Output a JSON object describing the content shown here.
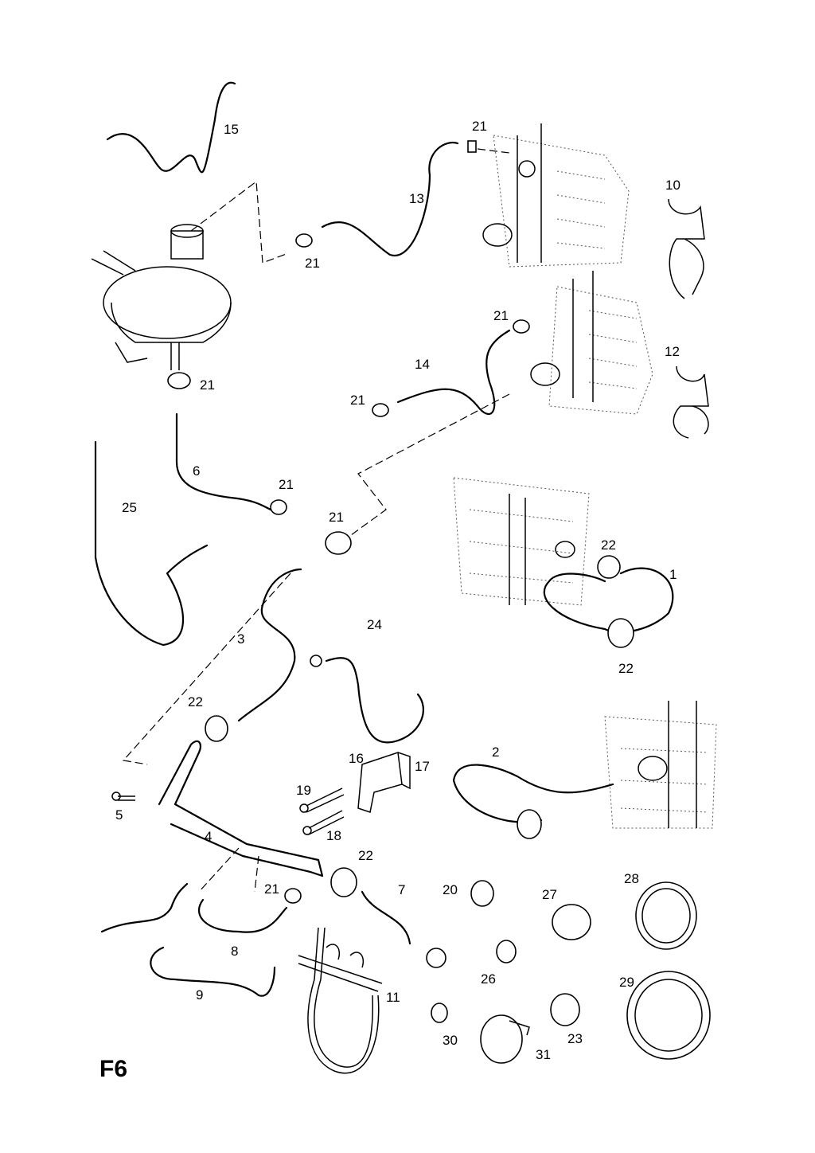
{
  "diagram": {
    "page_code": "F6",
    "callouts": [
      {
        "id": "c15",
        "text": "15"
      },
      {
        "id": "c21a",
        "text": "21"
      },
      {
        "id": "c13",
        "text": "13"
      },
      {
        "id": "c10",
        "text": "10"
      },
      {
        "id": "c21b",
        "text": "21"
      },
      {
        "id": "c21c",
        "text": "21"
      },
      {
        "id": "c14",
        "text": "14"
      },
      {
        "id": "c21d",
        "text": "21"
      },
      {
        "id": "c12",
        "text": "12"
      },
      {
        "id": "c21e",
        "text": "21"
      },
      {
        "id": "c6",
        "text": "6"
      },
      {
        "id": "c25",
        "text": "25"
      },
      {
        "id": "c21f",
        "text": "21"
      },
      {
        "id": "c21g",
        "text": "21"
      },
      {
        "id": "c22a",
        "text": "22"
      },
      {
        "id": "c1",
        "text": "1"
      },
      {
        "id": "c24",
        "text": "24"
      },
      {
        "id": "c3",
        "text": "3"
      },
      {
        "id": "c22b",
        "text": "22"
      },
      {
        "id": "c22c",
        "text": "22"
      },
      {
        "id": "c2",
        "text": "2"
      },
      {
        "id": "c16",
        "text": "16"
      },
      {
        "id": "c17",
        "text": "17"
      },
      {
        "id": "c19",
        "text": "19"
      },
      {
        "id": "c5",
        "text": "5"
      },
      {
        "id": "c18",
        "text": "18"
      },
      {
        "id": "c4",
        "text": "4"
      },
      {
        "id": "c22d",
        "text": "22"
      },
      {
        "id": "c21h",
        "text": "21"
      },
      {
        "id": "c7",
        "text": "7"
      },
      {
        "id": "c20",
        "text": "20"
      },
      {
        "id": "c27",
        "text": "27"
      },
      {
        "id": "c28",
        "text": "28"
      },
      {
        "id": "c8",
        "text": "8"
      },
      {
        "id": "c26",
        "text": "26"
      },
      {
        "id": "c9",
        "text": "9"
      },
      {
        "id": "c11",
        "text": "11"
      },
      {
        "id": "c29",
        "text": "29"
      },
      {
        "id": "c30",
        "text": "30"
      },
      {
        "id": "c31",
        "text": "31"
      },
      {
        "id": "c23",
        "text": "23"
      }
    ]
  }
}
